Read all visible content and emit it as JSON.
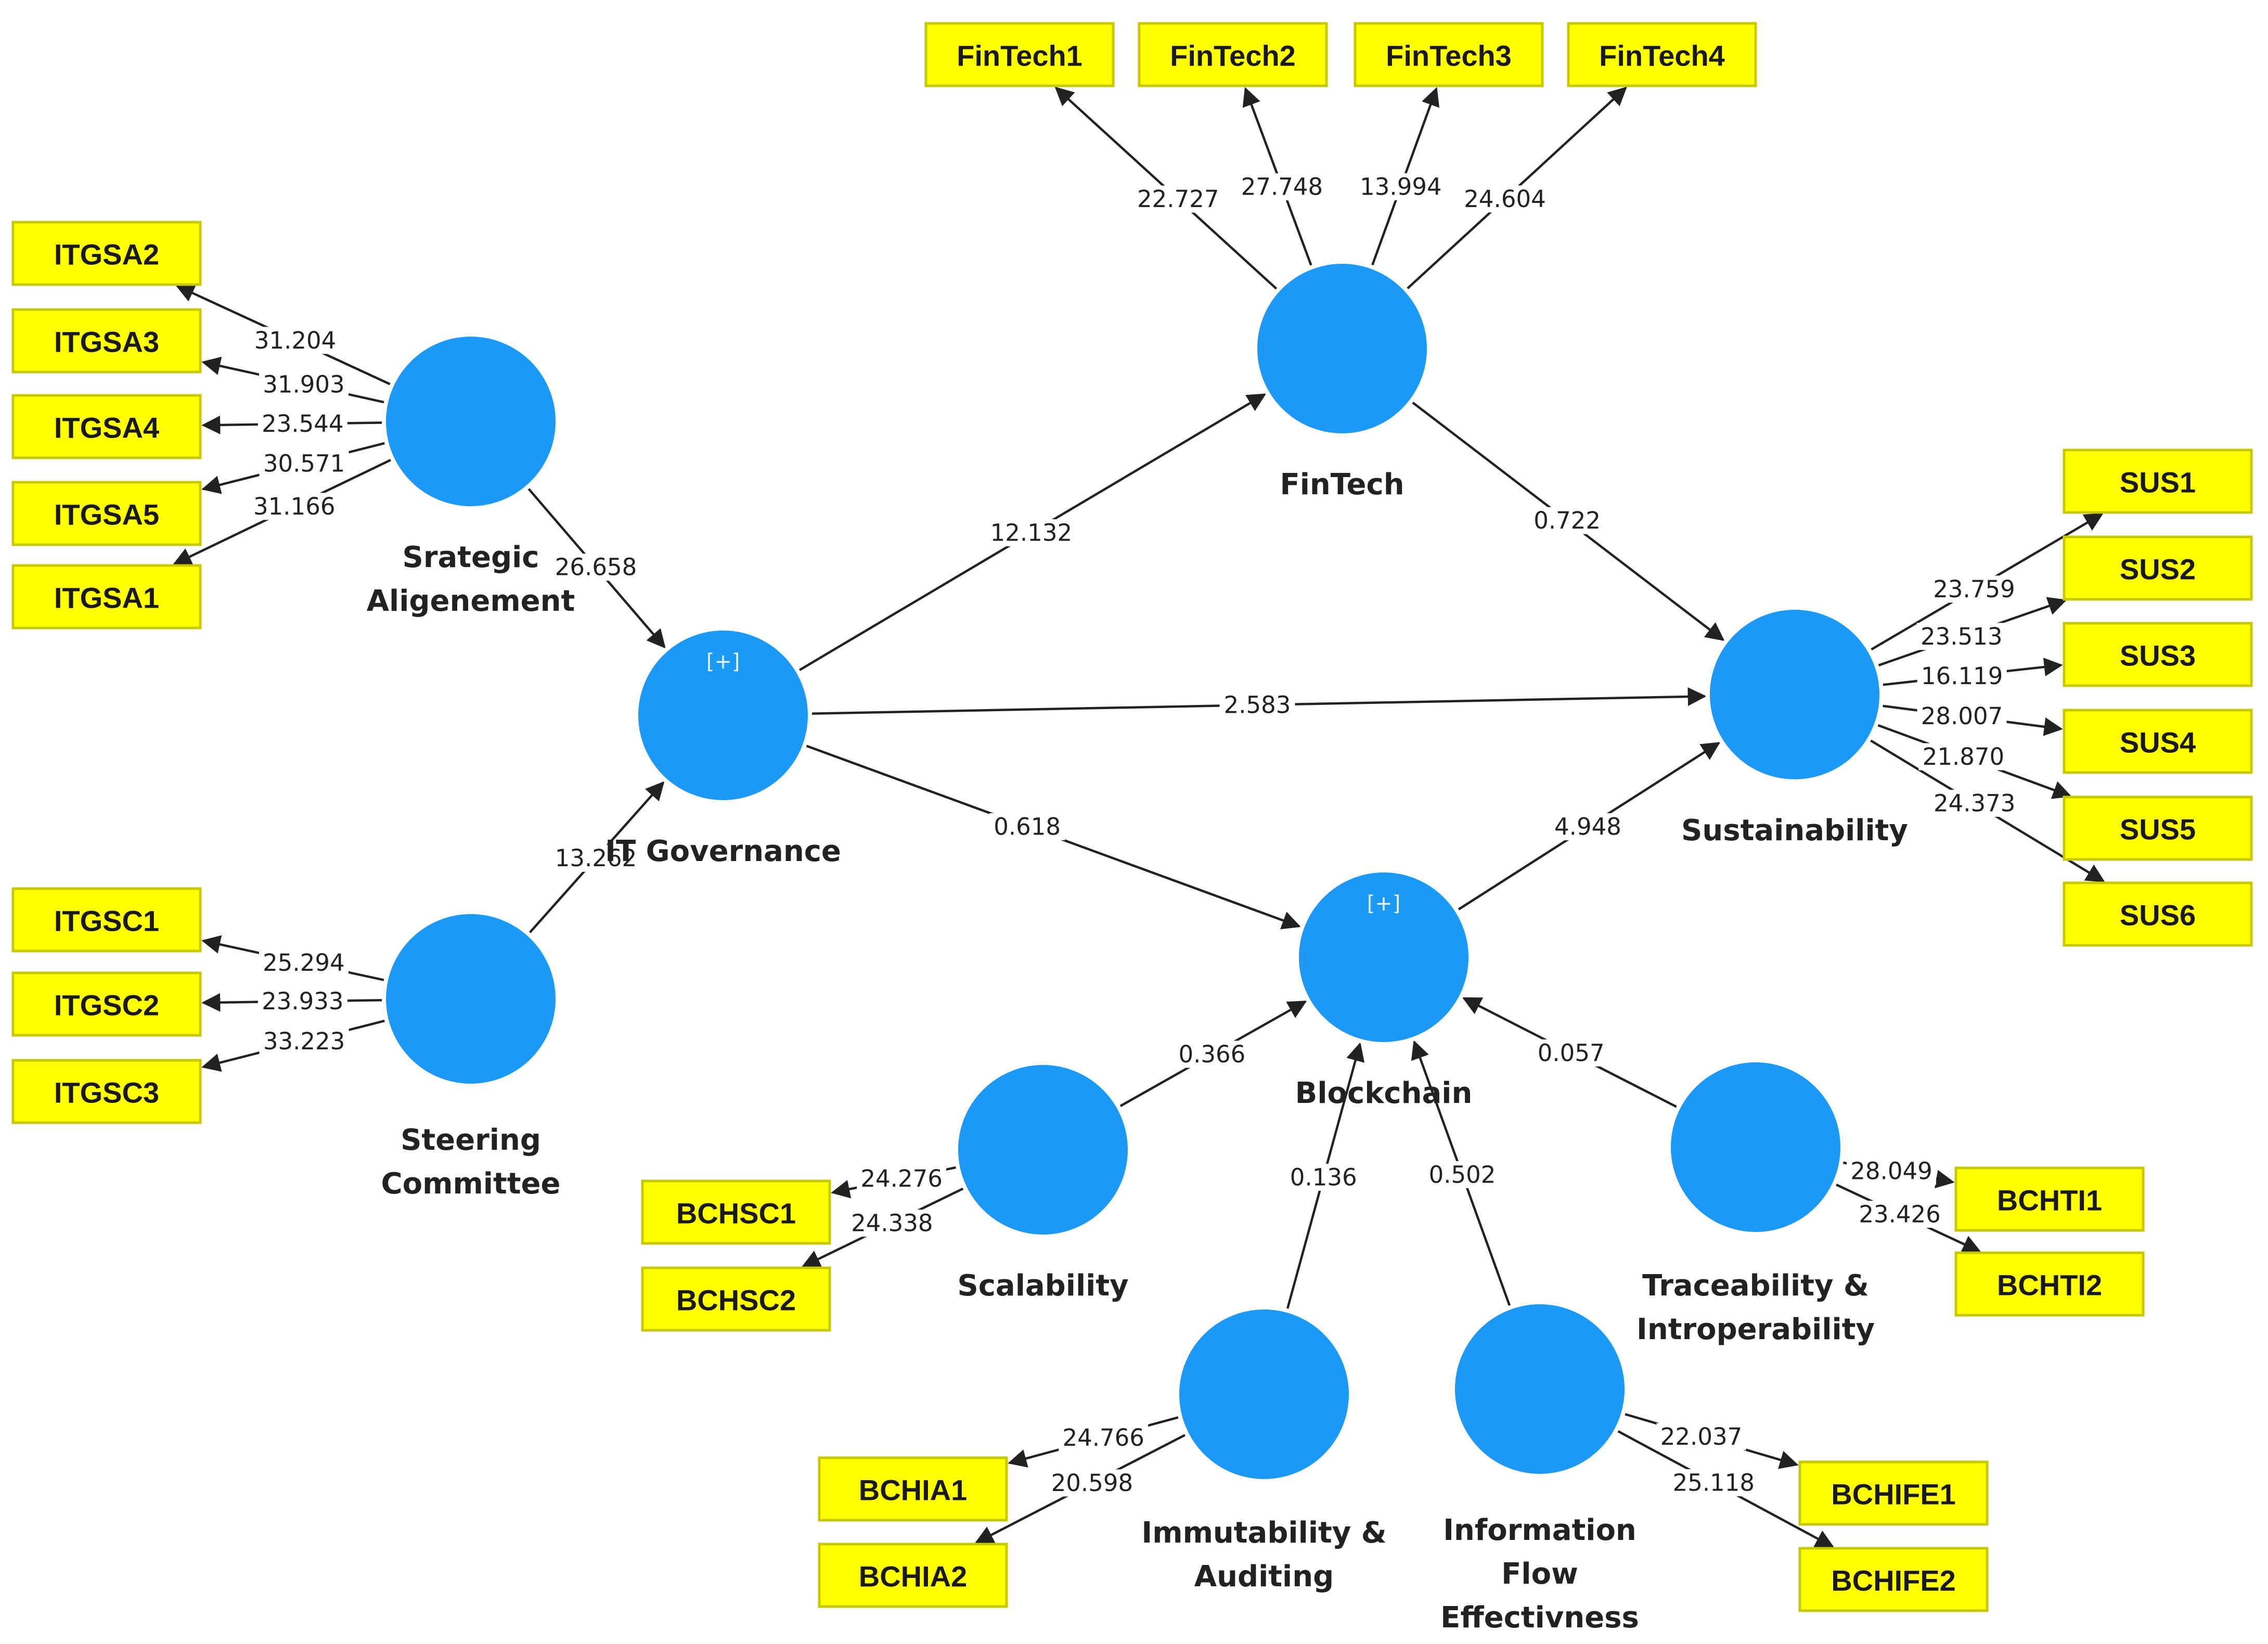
{
  "indicators": {
    "FinTech1": "FinTech1",
    "FinTech2": "FinTech2",
    "FinTech3": "FinTech3",
    "FinTech4": "FinTech4",
    "ITGSA2": "ITGSA2",
    "ITGSA3": "ITGSA3",
    "ITGSA4": "ITGSA4",
    "ITGSA5": "ITGSA5",
    "ITGSA1": "ITGSA1",
    "ITGSC1": "ITGSC1",
    "ITGSC2": "ITGSC2",
    "ITGSC3": "ITGSC3",
    "SUS1": "SUS1",
    "SUS2": "SUS2",
    "SUS3": "SUS3",
    "SUS4": "SUS4",
    "SUS5": "SUS5",
    "SUS6": "SUS6",
    "BCHSC1": "BCHSC1",
    "BCHSC2": "BCHSC2",
    "BCHIA1": "BCHIA1",
    "BCHIA2": "BCHIA2",
    "BCHIFE1": "BCHIFE1",
    "BCHIFE2": "BCHIFE2",
    "BCHTI1": "BCHTI1",
    "BCHTI2": "BCHTI2"
  },
  "latents": {
    "fintech": {
      "lines": [
        "FinTech"
      ]
    },
    "strategic_alignment": {
      "lines": [
        "Srategic",
        "Aligenement"
      ]
    },
    "it_governance": {
      "lines": [
        "IT Governance"
      ],
      "expand": "[+]"
    },
    "sustainability": {
      "lines": [
        "Sustainability"
      ]
    },
    "steering_committee": {
      "lines": [
        "Steering",
        "Committee"
      ]
    },
    "blockchain": {
      "lines": [
        "Blockchain"
      ],
      "expand": "[+]"
    },
    "scalability": {
      "lines": [
        "Scalability"
      ]
    },
    "traceability": {
      "lines": [
        "Traceability &",
        "Introperability"
      ]
    },
    "immutability": {
      "lines": [
        "Immutability &",
        "Auditing"
      ]
    },
    "information_flow": {
      "lines": [
        "Information",
        "Flow",
        "Effectivness"
      ]
    }
  },
  "paths": {
    "sa_itg": "26.658",
    "sc_itg": "13.262",
    "itg_fintech": "12.132",
    "itg_sus": "2.583",
    "itg_blockchain": "0.618",
    "fintech_sus": "0.722",
    "blockchain_sus": "4.948",
    "scalability_blockchain": "0.366",
    "immutability_blockchain": "0.136",
    "infoflow_blockchain": "0.502",
    "traceability_blockchain": "0.057"
  },
  "loadings": {
    "FinTech1": "22.727",
    "FinTech2": "27.748",
    "FinTech3": "13.994",
    "FinTech4": "24.604",
    "ITGSA2": "31.204",
    "ITGSA3": "31.903",
    "ITGSA4": "23.544",
    "ITGSA5": "30.571",
    "ITGSA1": "31.166",
    "ITGSC1": "25.294",
    "ITGSC2": "23.933",
    "ITGSC3": "33.223",
    "SUS1": "23.759",
    "SUS2": "23.513",
    "SUS3": "16.119",
    "SUS4": "28.007",
    "SUS5": "21.870",
    "SUS6": "24.373",
    "BCHSC1": "24.276",
    "BCHSC2": "24.338",
    "BCHIA1": "24.766",
    "BCHIA2": "20.598",
    "BCHIFE1": "22.037",
    "BCHIFE2": "25.118",
    "BCHTI1": "28.049",
    "BCHTI2": "23.426"
  },
  "colors": {
    "latent": "#1c98f7",
    "indicator": "#ffff00",
    "indicator_border": "#c8c800",
    "edge": "#222222"
  }
}
